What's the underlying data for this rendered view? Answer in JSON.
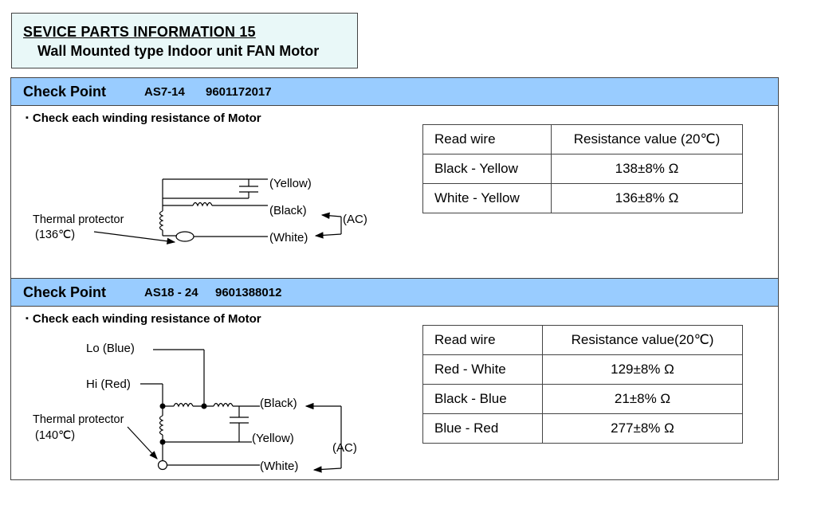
{
  "title": {
    "line1": "SEVICE   PARTS   INFORMATION 15",
    "line2": "Wall Mounted type Indoor unit FAN Motor"
  },
  "sections": [
    {
      "check_point_label": "Check Point",
      "model": "AS7-14",
      "code": "9601172017",
      "note": "Check each winding resistance of Motor",
      "diagram_labels": {
        "yellow": "(Yellow)",
        "black": "(Black)",
        "white": "(White)",
        "ac": "(AC)",
        "thermal": "Thermal protector",
        "thermal_temp": "(136℃)"
      },
      "table": {
        "headers": [
          "Read wire",
          "Resistance value (20℃)"
        ],
        "rows": [
          [
            "Black  -  Yellow",
            "138±8% Ω"
          ],
          [
            "White  -  Yellow",
            "136±8% Ω"
          ]
        ]
      }
    },
    {
      "check_point_label": "Check Point",
      "model": "AS18 - 24",
      "code": "9601388012",
      "note": "Check each winding resistance of Motor",
      "diagram_labels": {
        "lo": "Lo (Blue)",
        "hi": "Hi (Red)",
        "black": "(Black)",
        "yellow": "(Yellow)",
        "white": "(White)",
        "ac": "(AC)",
        "thermal": "Thermal protector",
        "thermal_temp": "(140℃)"
      },
      "table": {
        "headers": [
          "Read wire",
          "Resistance value(20℃)"
        ],
        "rows": [
          [
            "Red  -  White",
            "129±8% Ω"
          ],
          [
            "Black   - Blue",
            "21±8% Ω"
          ],
          [
            "Blue   -  Red",
            "277±8% Ω"
          ]
        ]
      }
    }
  ]
}
